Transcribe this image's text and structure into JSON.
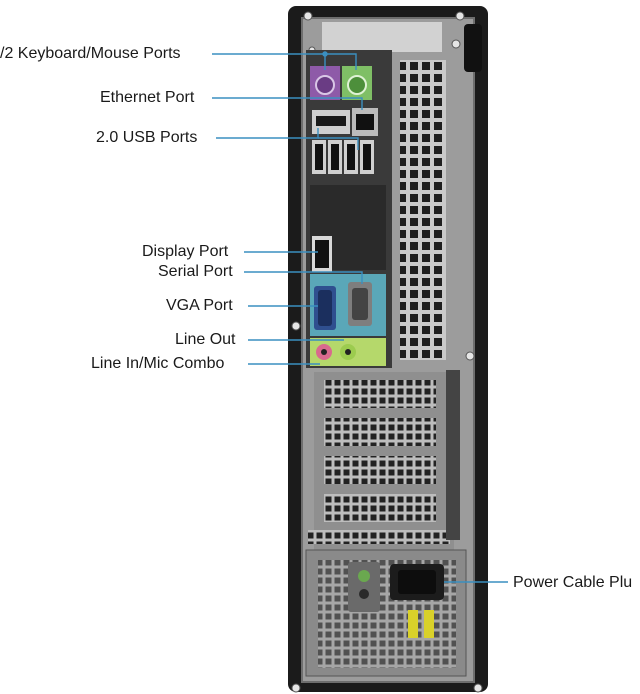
{
  "labels": {
    "ps2": "/2 Keyboard/Mouse Ports",
    "ethernet": "Ethernet Port",
    "usb": "2.0 USB Ports",
    "displayport": "Display Port",
    "serial": "Serial Port",
    "vga": "VGA Port",
    "lineout": "Line Out",
    "linein": "Line In/Mic Combo",
    "power": "Power Cable Plu"
  },
  "colors": {
    "leader": "#3a8fc0",
    "chassis": "#1b1b1b",
    "panel": "#9a9a9a",
    "ps2_keyboard": "#8e5aa8",
    "ps2_mouse": "#7fbf66",
    "serial_vga_bg": "#5aa7b8",
    "audio_pink": "#d96a8e",
    "audio_green": "#9ccc4f"
  }
}
